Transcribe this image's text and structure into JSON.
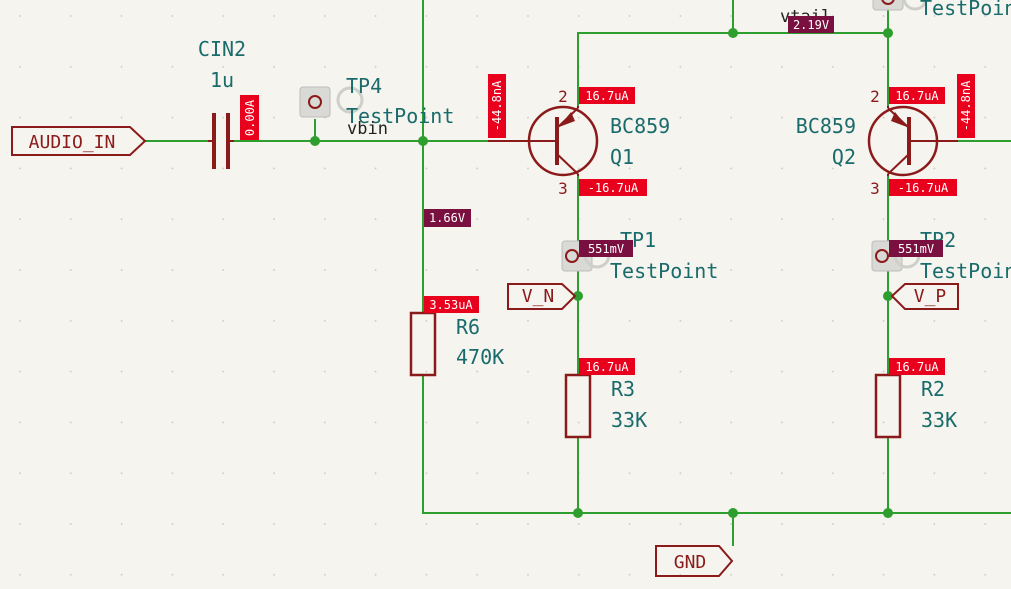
{
  "colors": {
    "background": "#f5f4ef",
    "wire": "#2e9e2e",
    "component": "#8b1a1a",
    "label_text": "#1a6b6b",
    "current_badge": "#e8001c",
    "voltage_badge": "#7a1040"
  },
  "ports": {
    "audio_in": "AUDIO_IN",
    "v_n": "V_N",
    "v_p": "V_P",
    "gnd": "GND"
  },
  "nets": {
    "vbin": "vbin",
    "vtail": "vtail"
  },
  "components": {
    "cin2": {
      "ref": "CIN2",
      "value": "1u",
      "current": "0.00A"
    },
    "tp4": {
      "ref": "TP4",
      "value": "TestPoint"
    },
    "tp1": {
      "ref": "TP1",
      "value": "TestPoint",
      "voltage": "551mV"
    },
    "tp2": {
      "ref": "TP2",
      "value": "TestPoint",
      "voltage": "551mV"
    },
    "tp_top": {
      "value": "TestPoint"
    },
    "q1": {
      "ref": "Q1",
      "value": "BC859",
      "pin_top": "2",
      "pin_bottom": "3",
      "collector_current": "16.7uA",
      "emitter_current": "-16.7uA",
      "base_current": "-44.8nA"
    },
    "q2": {
      "ref": "Q2",
      "value": "BC859",
      "pin_top": "2",
      "pin_bottom": "3",
      "collector_current": "16.7uA",
      "emitter_current": "-16.7uA",
      "base_current": "-44.8nA"
    },
    "r6": {
      "ref": "R6",
      "value": "470K",
      "current": "3.53uA"
    },
    "r3": {
      "ref": "R3",
      "value": "33K",
      "current": "16.7uA"
    },
    "r2": {
      "ref": "R2",
      "value": "33K",
      "current": "16.7uA"
    }
  },
  "voltages": {
    "bias_node": "1.66V",
    "tail_node": "2.19V"
  }
}
